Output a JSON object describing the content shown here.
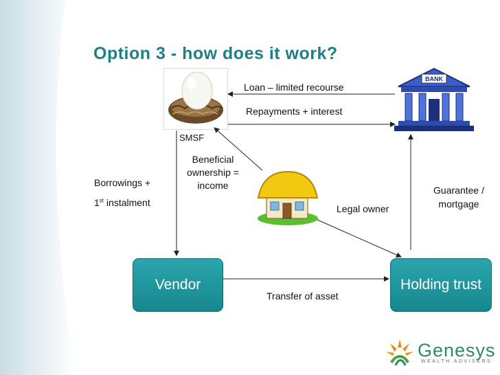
{
  "title": "Option 3 - how does it work?",
  "nodes": {
    "smsf": "SMSF",
    "vendor": "Vendor",
    "holding_trust": "Holding trust"
  },
  "flows": {
    "loan": "Loan – limited recourse",
    "repayments": "Repayments + interest",
    "beneficial_1": "Beneficial",
    "beneficial_2": "ownership =",
    "beneficial_3": "income",
    "borrowings_1": "Borrowings +",
    "borrowings_2": "1",
    "borrowings_sup": "st",
    "borrowings_3": " instalment",
    "guarantee_1": "Guarantee /",
    "guarantee_2": "mortgage",
    "legal_owner": "Legal owner",
    "transfer": "Transfer of asset"
  },
  "bank_sign": "BANK",
  "logo": {
    "name": "Genesys",
    "sub": "WEALTH ADVISERS"
  },
  "colors": {
    "title": "#1f7f86",
    "box": "#1f9aa1",
    "logo": "#2c8a6a"
  },
  "icons": [
    "nest-egg-icon",
    "bank-icon",
    "house-icon",
    "sun-logo-icon"
  ]
}
